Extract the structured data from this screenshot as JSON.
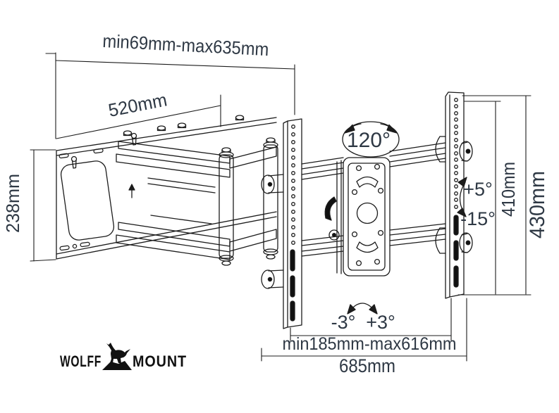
{
  "page": {
    "background": "#ffffff",
    "description": "Technical dimension diagram of articulating TV wall mount"
  },
  "drawing": {
    "colors": {
      "line": "#1c1c1c",
      "text": "#2e3844",
      "dark_fill": "#111111"
    },
    "dimensions": {
      "extension_range": "min69mm-max635mm",
      "plate_width": "520mm",
      "plate_height": "238mm",
      "swivel_range": "120°",
      "tilt_up": "+5°",
      "tilt_down": "-15°",
      "bracket_height_inner": "410mm",
      "bracket_height_outer": "430mm",
      "level_left": "-3°",
      "level_right": "+3°",
      "rail_span_range": "min185mm-max616mm",
      "rail_total_width": "685mm"
    }
  },
  "logo": {
    "word_left": "WOLFF",
    "word_right": "MOUNT",
    "icon": "wolf-howling-on-rock"
  }
}
